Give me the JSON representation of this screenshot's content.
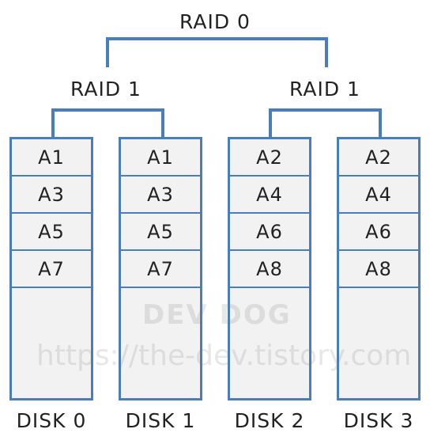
{
  "diagram": {
    "top_label": "RAID 0",
    "groups": [
      {
        "label": "RAID 1"
      },
      {
        "label": "RAID 1"
      }
    ],
    "disks": [
      {
        "label": "DISK 0",
        "blocks": [
          "A1",
          "A3",
          "A5",
          "A7"
        ]
      },
      {
        "label": "DISK 1",
        "blocks": [
          "A1",
          "A3",
          "A5",
          "A7"
        ]
      },
      {
        "label": "DISK 2",
        "blocks": [
          "A2",
          "A4",
          "A6",
          "A8"
        ]
      },
      {
        "label": "DISK 3",
        "blocks": [
          "A2",
          "A4",
          "A6",
          "A8"
        ]
      }
    ],
    "watermark": {
      "logo": "DEV DOG",
      "url": "https://the-dev.tistory.com"
    }
  },
  "colors": {
    "line": "#4a7ebb",
    "block_fill": "#f2f2f2",
    "text": "#222222"
  }
}
